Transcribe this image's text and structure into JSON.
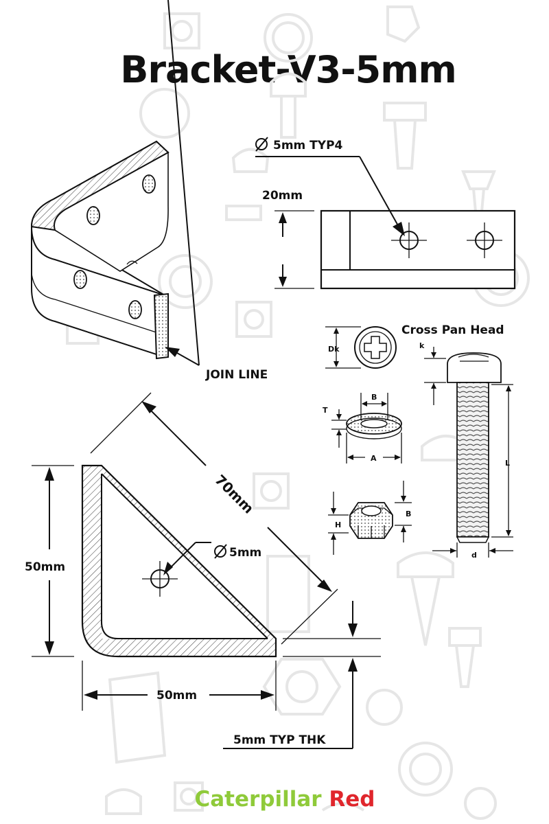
{
  "title": "Bracket-V3-5mm",
  "labels": {
    "hole_typ": "5mm TYP4",
    "height_20": "20mm",
    "join_line": "JOIN LINE",
    "cross_pan_head": "Cross Pan Head",
    "dk": "Dk",
    "k": "k",
    "b_washer": "B",
    "t": "T",
    "a": "A",
    "h": "H",
    "b_nut": "B",
    "l": "L",
    "d": "d",
    "len_70": "70mm",
    "hole_5": "5mm",
    "height_50": "50mm",
    "width_50": "50mm",
    "thickness": "5mm TYP THK"
  },
  "brand": {
    "word1": "Caterpillar",
    "word2": "Red",
    "color1": "#8fca3a",
    "color2": "#e0262c"
  },
  "colors": {
    "ink": "#111111",
    "background_pattern": "#e6e6e6"
  },
  "icons": [
    "diameter-icon",
    "phillips-screw-head-icon",
    "washer-icon",
    "hex-nut-icon",
    "pan-head-screw-icon"
  ]
}
